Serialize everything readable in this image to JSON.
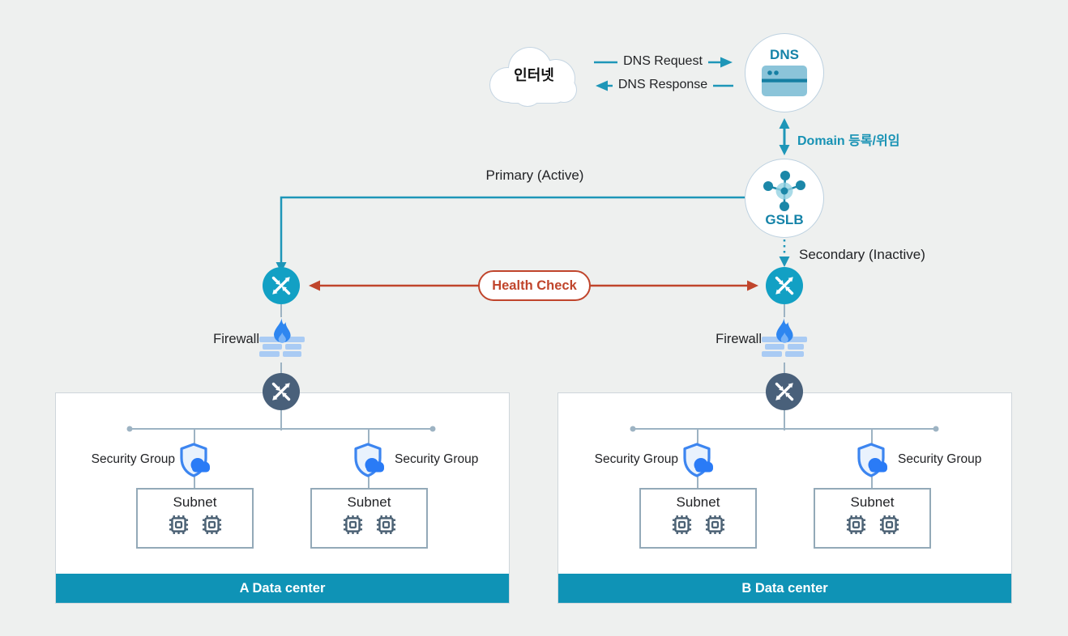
{
  "colors": {
    "background": "#eef0ef",
    "accent_teal": "#1e96b8",
    "teal_text": "#1583a8",
    "bar_teal": "#0f93b6",
    "router_teal": "#12a0c4",
    "router_slate": "#49607a",
    "alert_red": "#c0452c",
    "firewall_blue": "#2e86f0",
    "shield_blue": "#3c85f0"
  },
  "internet": {
    "label": "인터넷"
  },
  "dns": {
    "label": "DNS",
    "request_label": "DNS Request",
    "response_label": "DNS Response",
    "domain_label": "Domain 등록/위임"
  },
  "gslb": {
    "label": "GSLB",
    "primary_label": "Primary (Active)",
    "secondary_label": "Secondary (Inactive)",
    "health_check_label": "Health Check"
  },
  "firewalls": {
    "left_label": "Firewall",
    "right_label": "Firewall"
  },
  "datacenters": [
    {
      "name": "A Data center",
      "security_groups": [
        {
          "label": "Security Group"
        },
        {
          "label": "Security Group"
        }
      ],
      "subnets": [
        {
          "label": "Subnet"
        },
        {
          "label": "Subnet"
        }
      ]
    },
    {
      "name": "B Data center",
      "security_groups": [
        {
          "label": "Security Group"
        },
        {
          "label": "Security Group"
        }
      ],
      "subnets": [
        {
          "label": "Subnet"
        },
        {
          "label": "Subnet"
        }
      ]
    }
  ]
}
